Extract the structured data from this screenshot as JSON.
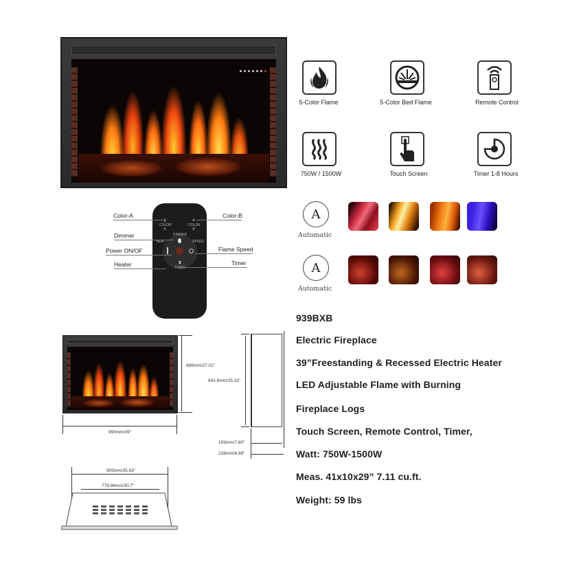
{
  "features": [
    {
      "icon": "flame-icon",
      "label": "5-Color Flame"
    },
    {
      "icon": "bed-flame-icon",
      "label": "5-Color Bed Flame"
    },
    {
      "icon": "remote-control-icon",
      "label": "Remote Control"
    },
    {
      "icon": "heat-waves-icon",
      "label": "750W / 1500W"
    },
    {
      "icon": "touch-screen-icon",
      "label": "Touch Screen"
    },
    {
      "icon": "timer-icon",
      "label": "Timer 1-8 Hours"
    }
  ],
  "remote": {
    "callouts": {
      "color_a": "Color-A",
      "color_b": "Color-B",
      "dimmer": "Dimmer",
      "power": "Power ON/OF",
      "flame_speed": "Flame Speed",
      "heater": "Heater",
      "timer": "Timer"
    },
    "button_text": {
      "color_a": "COLOR A",
      "color_b": "COLOR B",
      "dimmer": "DIMMER",
      "heat": "HEAT",
      "speed": "SPEED",
      "timer": "TIMER"
    }
  },
  "flame_colors": {
    "auto_letter": "A",
    "auto_label": "Automatic",
    "swatches": [
      "#c8283c",
      "#f0a020",
      "#f07810",
      "#3a20e0"
    ]
  },
  "bed_colors": {
    "auto_letter": "A",
    "auto_label": "Automatic",
    "swatches": [
      "#8a1a10",
      "#7a2a08",
      "#9a1a18",
      "#a02a18"
    ]
  },
  "specs": {
    "model": "939BXB",
    "lines": [
      "Electric Fireplace",
      "39”Freestanding & Recessed Electric Heater",
      "LED Adjustable Flame with Burning",
      "Fireplace Logs",
      "Touch Screen, Remote Control, Timer,",
      "Watt: 750W-1500W",
      "Meas. 41x10x29” 7.11 cu.ft.",
      "Weight: 59 lbs"
    ]
  },
  "dimensions": {
    "front_height": "686mm/27.01\"",
    "front_width": "990mm/39\"",
    "side_height": "642.8mm/25.31\"",
    "side_depth_inner": "193mm/7.60\"",
    "side_depth_outer": "228mm/8.98\"",
    "top_outer": "905mm/35.63\"",
    "top_inner": "779.86mm/30.7\""
  }
}
